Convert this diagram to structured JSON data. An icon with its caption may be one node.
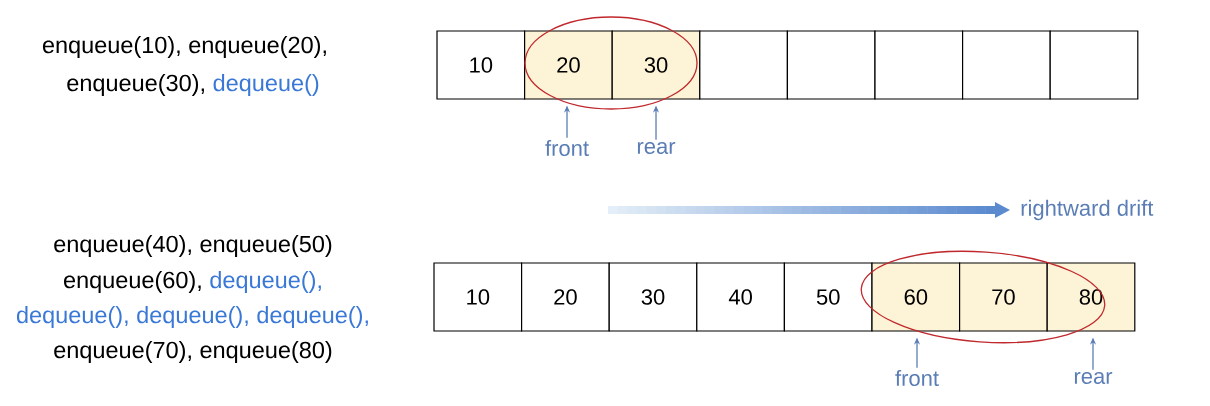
{
  "diagram": {
    "nodes": [
      {
        "text": [
          "10"
        ]
      },
      {
        "text": [
          "20"
        ]
      },
      {
        "text": [
          "30"
        ]
      },
      {
        "text": [],
        "shape": "box"
      },
      {
        "text": [],
        "shape": "box"
      },
      {
        "text": [],
        "shape": "box"
      },
      {
        "text": [],
        "shape": "box"
      },
      {
        "text": [],
        "shape": "box"
      },
      {
        "text": [
          "front"
        ]
      },
      {
        "text": [
          "rear"
        ]
      },
      {
        "text": [
          "10"
        ]
      },
      {
        "text": [
          "20"
        ]
      },
      {
        "text": [
          "30"
        ]
      },
      {
        "text": [
          "40"
        ]
      },
      {
        "text": [
          "50"
        ]
      },
      {
        "text": [
          "60"
        ]
      },
      {
        "text": [
          "70"
        ]
      },
      {
        "text": [
          "80"
        ]
      },
      {
        "text": [
          "front"
        ]
      },
      {
        "text": [
          "rear"
        ]
      }
    ],
    "edges": [
      {
        "from": 8,
        "to": 1,
        "arrow": "to"
      },
      {
        "from": 9,
        "to": 2,
        "arrow": "to"
      },
      {
        "from": 18,
        "to": 15,
        "arrow": "to"
      },
      {
        "from": 19,
        "to": 17,
        "arrow": "to"
      }
    ],
    "labels": [
      "enqueue(10), enqueue(20),",
      "enqueue(30),",
      "dequeue()",
      "enqueue(40), enqueue(50)",
      "enqueue(60),",
      "dequeue(),",
      "dequeue(),",
      "dequeue(),",
      "dequeue(),",
      "enqueue(70), enqueue(80)",
      "rightward drift"
    ]
  }
}
